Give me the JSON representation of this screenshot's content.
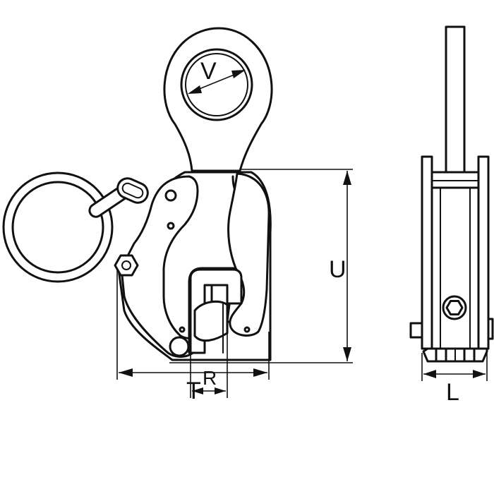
{
  "dimensions": {
    "v": "V",
    "u": "U",
    "r": "R",
    "t": "T",
    "l": "L"
  },
  "colors": {
    "line": "#111111",
    "fill": "#ffffff"
  }
}
